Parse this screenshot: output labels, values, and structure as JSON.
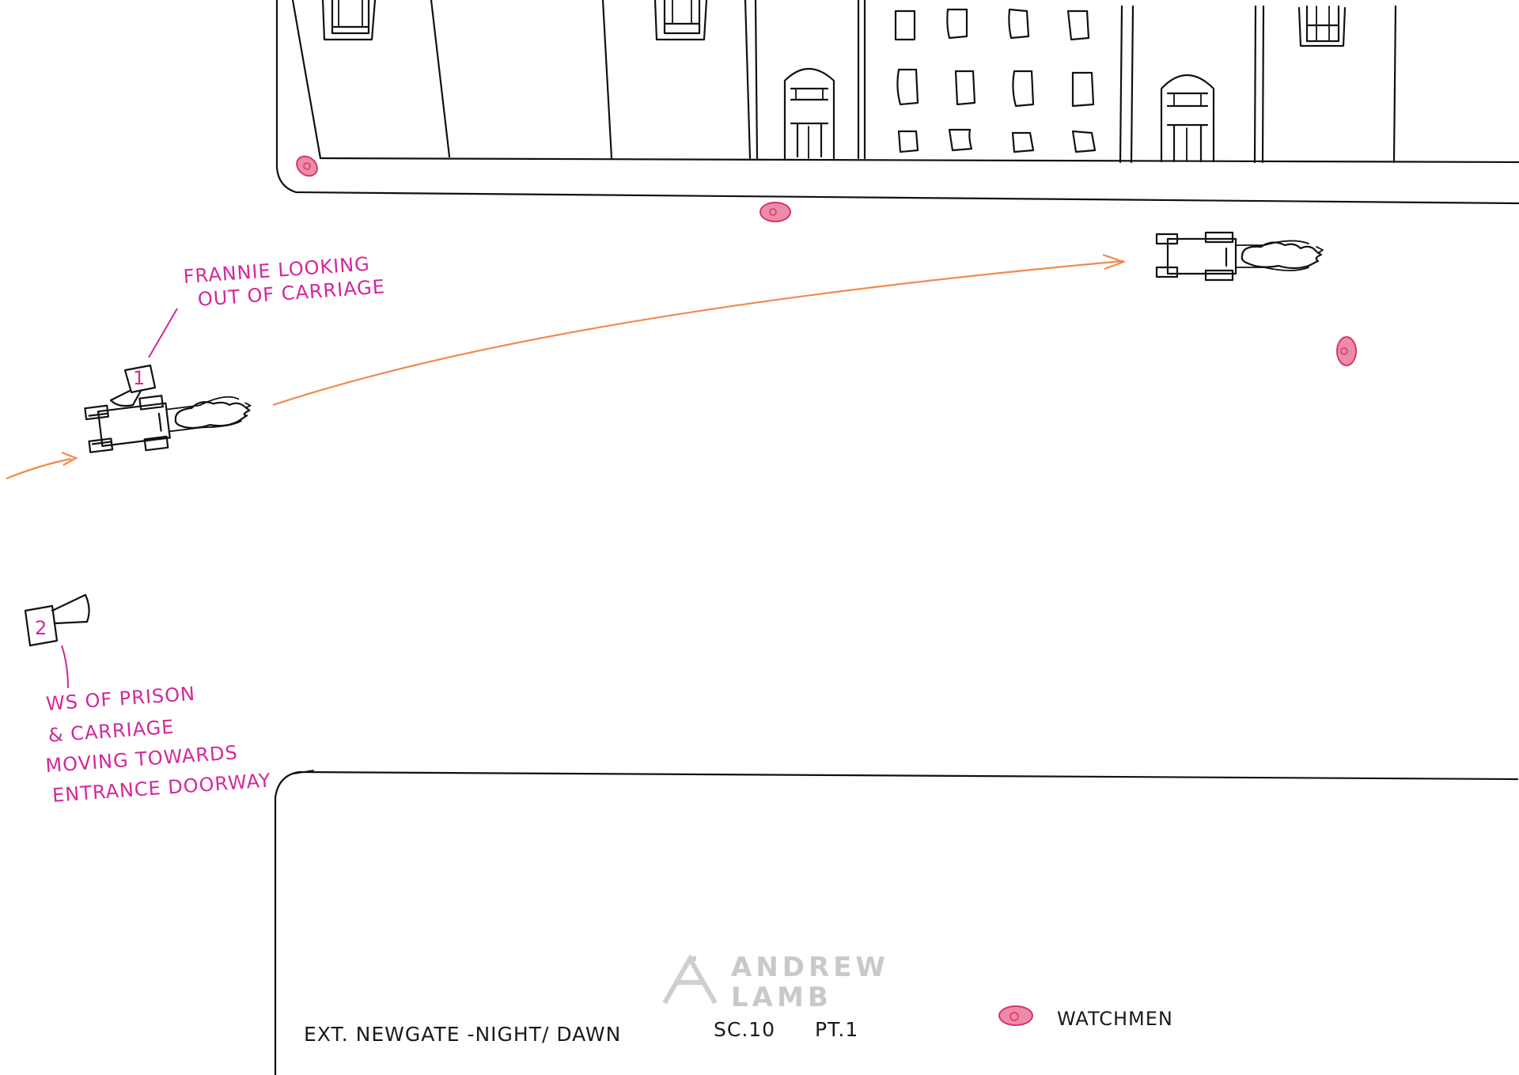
{
  "notes": {
    "camera1": {
      "number": "1",
      "lines": [
        "FRANNIE LOOKING",
        "OUT OF CARRIAGE"
      ]
    },
    "camera2": {
      "number": "2",
      "lines": [
        "WS OF PRISON",
        "& CARRIAGE",
        "MOVING TOWARDS",
        "ENTRANCE DOORWAY"
      ]
    }
  },
  "caption": {
    "scene_heading": "EXT. NEWGATE -NIGHT/ DAWN",
    "scene_number": "SC.10",
    "part": "PT.1"
  },
  "legend": {
    "label": "WATCHMEN",
    "color": "#ee8ba7"
  },
  "watermark": {
    "line1": "ANDREW",
    "line2": "LAMB"
  },
  "colors": {
    "ink": "#111111",
    "movement_arrow": "#f08a4b",
    "annotation": "#d4289a",
    "watchmen_fill": "#ee8ba7"
  }
}
